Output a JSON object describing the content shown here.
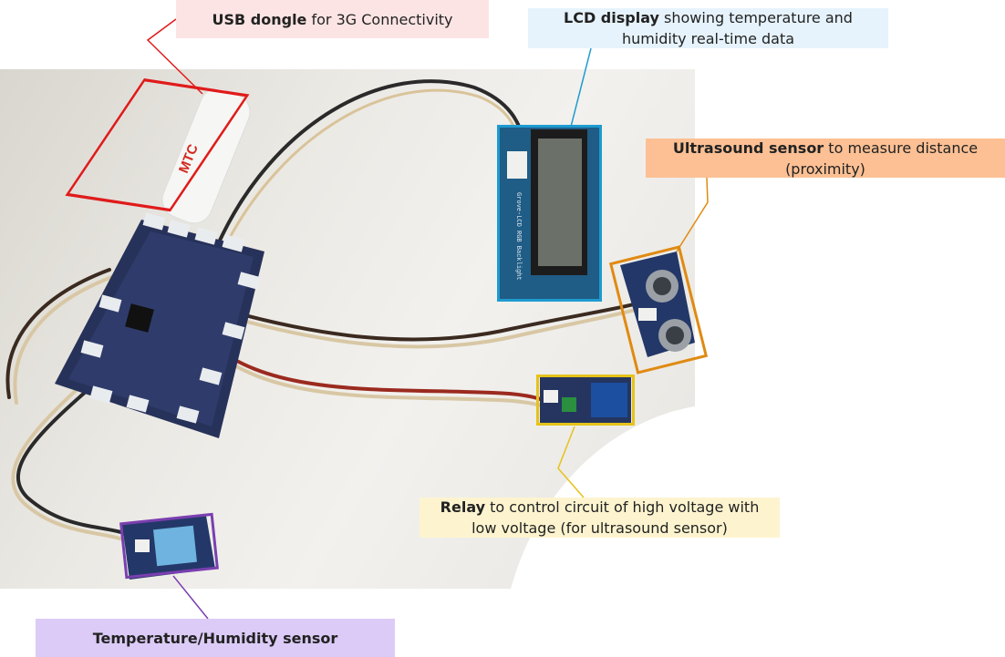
{
  "callouts": {
    "usb": {
      "title": "USB dongle",
      "desc": " for 3G Connectivity"
    },
    "lcd": {
      "title": "LCD display",
      "desc": " showing temperature and humidity real-time data"
    },
    "ultra": {
      "title": "Ultrasound sensor",
      "desc": " to measure distance (proximity)"
    },
    "relay": {
      "title": "Relay",
      "desc": " to control circuit of high voltage with low voltage (for ultrasound sensor)"
    },
    "temp": {
      "title": "Temperature/Humidity sensor",
      "desc": ""
    }
  },
  "photo_text": {
    "dongle_brand": "MTC",
    "lcd_board_label": "Grove-LCD RGB Backlight"
  },
  "colors": {
    "usb": "#e01b1b",
    "lcd": "#1e9bd0",
    "ultra": "#e08a12",
    "relay": "#e6c21a",
    "temp": "#7a3fb0"
  }
}
